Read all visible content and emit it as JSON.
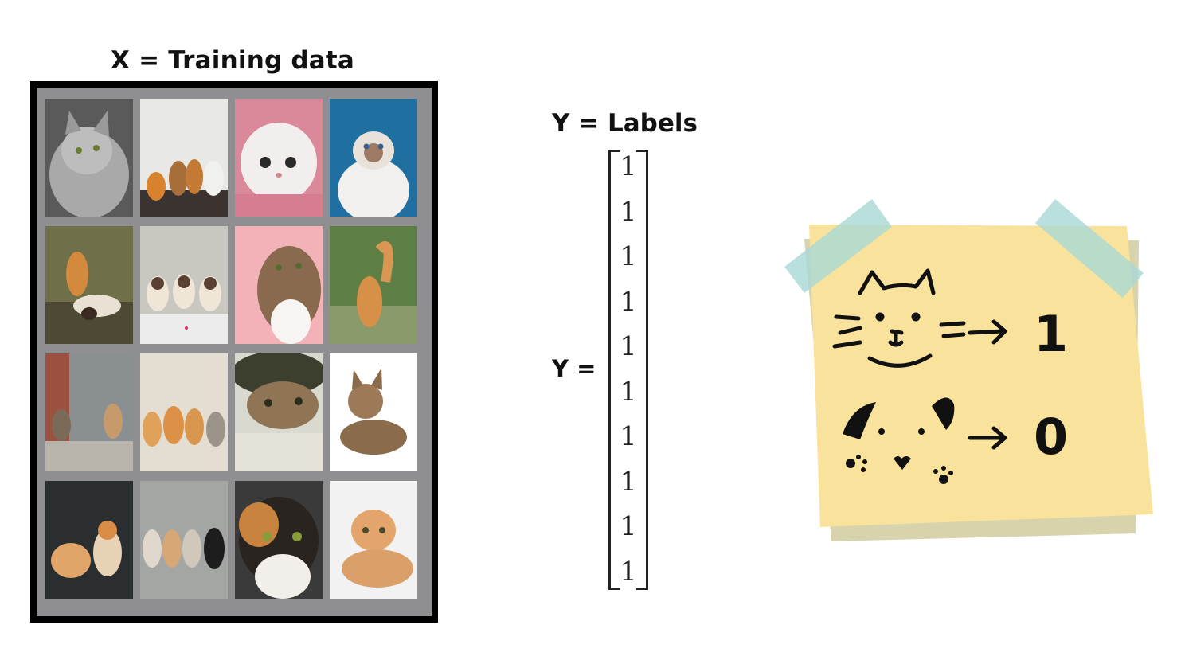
{
  "training": {
    "title": "X = Training data",
    "images": [
      {
        "description": "gray tabby cat tilting head"
      },
      {
        "description": "four kittens walking"
      },
      {
        "description": "white fluffy kitten in pink blanket"
      },
      {
        "description": "birman cat on blue background"
      },
      {
        "description": "two cats playing on grass"
      },
      {
        "description": "three siamese kittens walking"
      },
      {
        "description": "tabby cat looking up on pink background"
      },
      {
        "description": "orange fluffy cat walking on grass"
      },
      {
        "description": "two tabby cats on street"
      },
      {
        "description": "four orange kittens sitting"
      },
      {
        "description": "tabby cat under hat"
      },
      {
        "description": "maine coon kitten lying on white"
      },
      {
        "description": "two orange cats on dark background"
      },
      {
        "description": "four kittens standing including black kitten"
      },
      {
        "description": "calico cat close-up"
      },
      {
        "description": "orange kitten lying on white"
      }
    ]
  },
  "labels": {
    "title": "Y = Labels",
    "equation_prefix": "Y =",
    "vector": [
      "1",
      "1",
      "1",
      "1",
      "1",
      "1",
      "1",
      "1",
      "1",
      "1"
    ]
  },
  "sticky_note": {
    "cat_label": "1",
    "not_cat_label": "0",
    "colors": {
      "paper": "#f9e39c",
      "shadow": "#d9d4a8",
      "tape": "#a9d8d6"
    }
  }
}
